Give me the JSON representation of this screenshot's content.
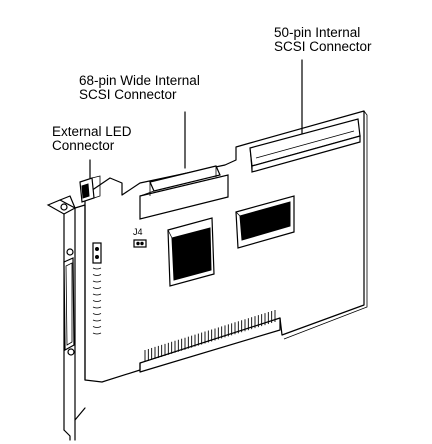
{
  "callouts": {
    "internal_50pin": {
      "line1": "50-pin Internal",
      "line2": "SCSI Connector"
    },
    "wide_68pin": {
      "line1": "68-pin Wide Internal",
      "line2": "SCSI Connector"
    },
    "external_led": {
      "line1": "External LED",
      "line2": "Connector"
    }
  },
  "board_labels": {
    "jumper": "J4"
  }
}
